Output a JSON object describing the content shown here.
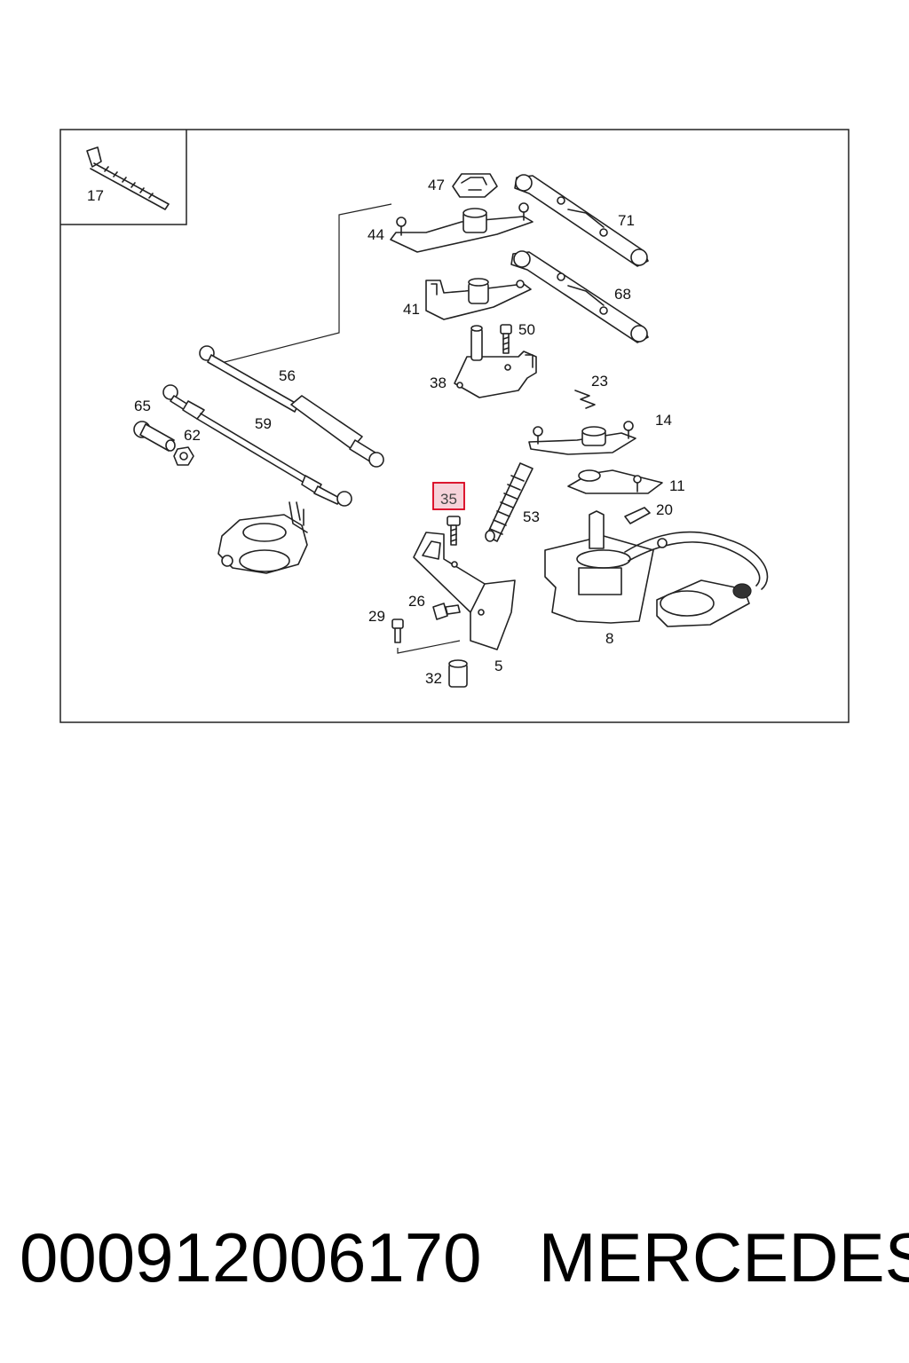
{
  "diagram": {
    "labels": {
      "p17": "17",
      "p47": "47",
      "p44": "44",
      "p71": "71",
      "p41": "41",
      "p68": "68",
      "p50": "50",
      "p38": "38",
      "p56": "56",
      "p23": "23",
      "p65": "65",
      "p62": "62",
      "p59": "59",
      "p14": "14",
      "p11": "11",
      "p35": "35",
      "p53": "53",
      "p20": "20",
      "p26": "26",
      "p29": "29",
      "p8": "8",
      "p5": "5",
      "p32": "32"
    },
    "highlighted_part": "35",
    "highlight_color": "#d9001b",
    "highlight_fill": "#f6d3da"
  },
  "footer": {
    "part_number": "000912006170",
    "brand": "MERCEDES"
  }
}
